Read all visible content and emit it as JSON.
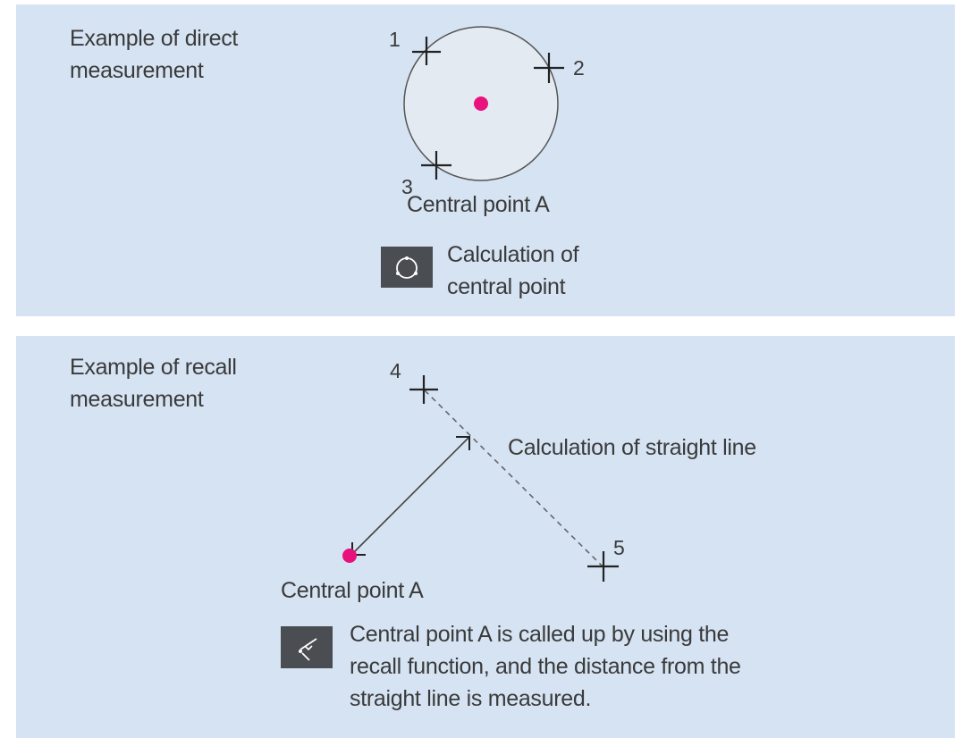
{
  "direct": {
    "title_line1": "Example of direct",
    "title_line2": "measurement",
    "point1": "1",
    "point2": "2",
    "point3": "3",
    "center_label": "Central point A",
    "tool_label_line1": "Calculation of",
    "tool_label_line2": "central point",
    "tool_icon": "circle-center-icon"
  },
  "recall": {
    "title_line1": "Example of recall",
    "title_line2": "measurement",
    "point4": "4",
    "point5": "5",
    "line_label": "Calculation of straight line",
    "center_label": "Central point A",
    "desc_line1": "Central point A is called up by using the",
    "desc_line2": "recall function, and the distance from the",
    "desc_line3": "straight line is measured.",
    "tool_icon": "recall-distance-icon"
  },
  "colors": {
    "panel": "#d5e3f3",
    "circle_fill": "#e3eaf2",
    "center_point": "#e8127c",
    "icon_bg": "#4a4d52",
    "text": "#3a3a3a"
  }
}
